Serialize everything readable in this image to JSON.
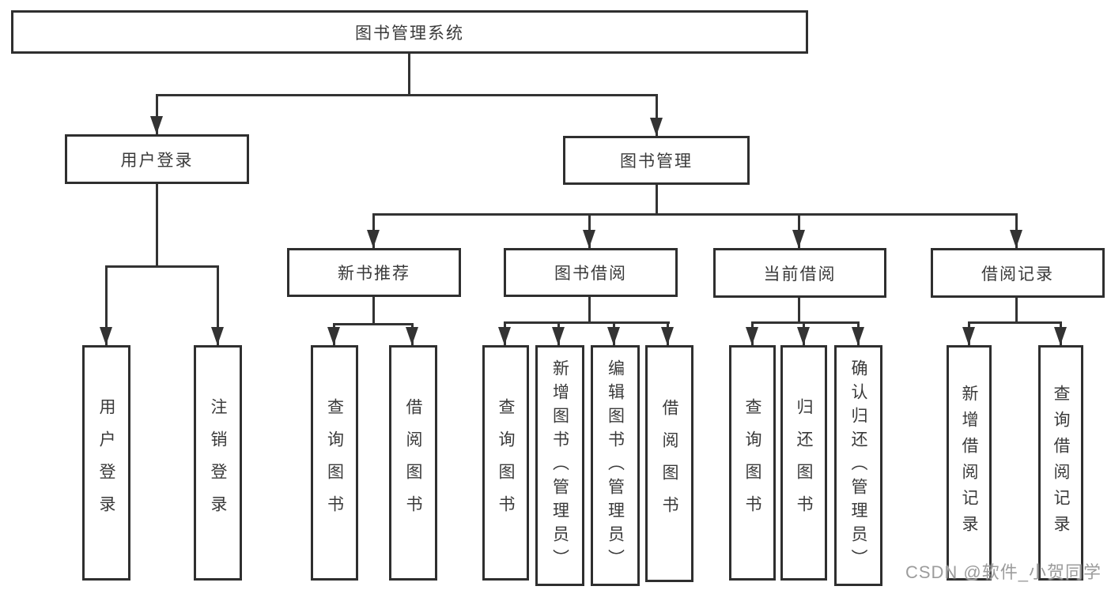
{
  "diagram": {
    "type": "hierarchy-tree",
    "colors": {
      "line": "#333333",
      "border": "#2f2f2f",
      "text": "#3a3a3a",
      "watermark": "#9c9c9c",
      "background": "#ffffff"
    },
    "tree": {
      "label": "图书管理系统",
      "children": [
        {
          "label": "用户登录",
          "children": [
            {
              "label": "用户登录"
            },
            {
              "label": "注销登录"
            }
          ]
        },
        {
          "label": "图书管理",
          "children": [
            {
              "label": "新书推荐",
              "children": [
                {
                  "label": "查询图书"
                },
                {
                  "label": "借阅图书"
                }
              ]
            },
            {
              "label": "图书借阅",
              "children": [
                {
                  "label": "查询图书"
                },
                {
                  "label": "新增图书（管理员）"
                },
                {
                  "label": "编辑图书（管理员）"
                },
                {
                  "label": "借阅图书"
                }
              ]
            },
            {
              "label": "当前借阅",
              "children": [
                {
                  "label": "查询图书"
                },
                {
                  "label": "归还图书"
                },
                {
                  "label": "确认归还（管理员）"
                }
              ]
            },
            {
              "label": "借阅记录",
              "children": [
                {
                  "label": "新增借阅记录"
                },
                {
                  "label": "查询借阅记录"
                }
              ]
            }
          ]
        }
      ]
    },
    "watermark": {
      "text": "CSDN @软件_小贺同学"
    }
  }
}
